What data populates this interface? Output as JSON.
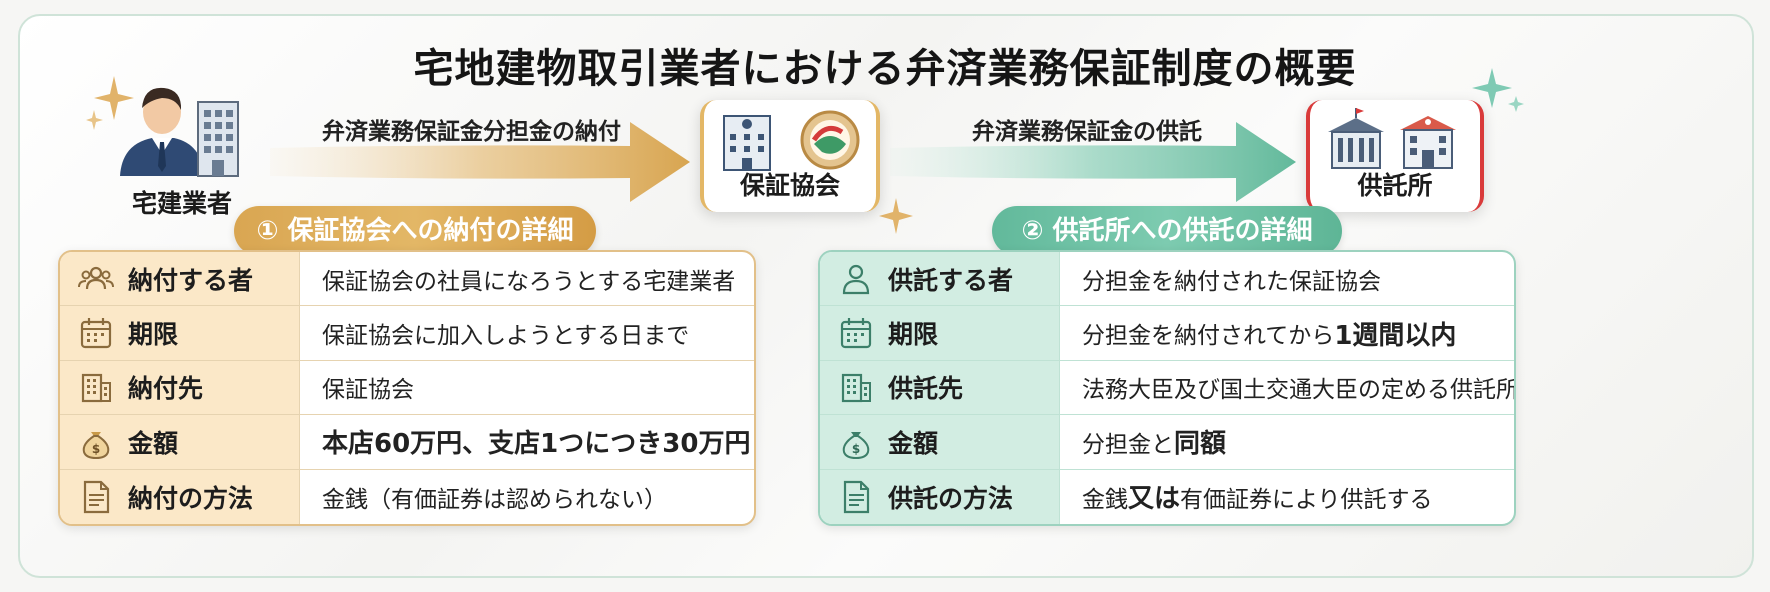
{
  "title": "宅地建物取引業者における弁済業務保証制度の概要",
  "flow": {
    "actor_left": "宅建業者",
    "actor_middle": "保証協会",
    "actor_right": "供託所",
    "arrow_left_label": "弁済業務保証金分担金の納付",
    "arrow_right_label": "弁済業務保証金の供託"
  },
  "section_left": {
    "heading": "① 保証協会への納付の詳細",
    "rows": [
      {
        "icon": "people-icon",
        "label": "納付する者",
        "value": "保証協会の社員になろうとする宅建業者"
      },
      {
        "icon": "calendar-icon",
        "label": "期限",
        "value": "保証協会に加入しようとする日まで"
      },
      {
        "icon": "building-icon",
        "label": "納付先",
        "value": "保証協会"
      },
      {
        "icon": "money-bag-icon",
        "label": "金額",
        "value": "本店60万円、支店1つにつき30万円"
      },
      {
        "icon": "document-icon",
        "label": "納付の方法",
        "value": "金銭（有価証券は認められない）"
      }
    ]
  },
  "section_right": {
    "heading": "② 供託所への供託の詳細",
    "rows": [
      {
        "icon": "person-icon",
        "label": "供託する者",
        "value": "分担金を納付された保証協会"
      },
      {
        "icon": "calendar-icon",
        "label": "期限",
        "value_pre": "分担金を納付されてから",
        "value_bold": "1週間以内"
      },
      {
        "icon": "building-icon",
        "label": "供託先",
        "value": "法務大臣及び国土交通大臣の定める供託所"
      },
      {
        "icon": "money-bag-icon",
        "label": "金額",
        "value_pre": "分担金と",
        "value_bold": "同額"
      },
      {
        "icon": "document-icon",
        "label": "供託の方法",
        "value_pre": "金銭",
        "value_bold": "又は",
        "value_post": "有価証券により供託する"
      }
    ]
  },
  "colors": {
    "gold": "#d9a652",
    "teal": "#62b99b",
    "red_accent": "#d93a3a"
  }
}
